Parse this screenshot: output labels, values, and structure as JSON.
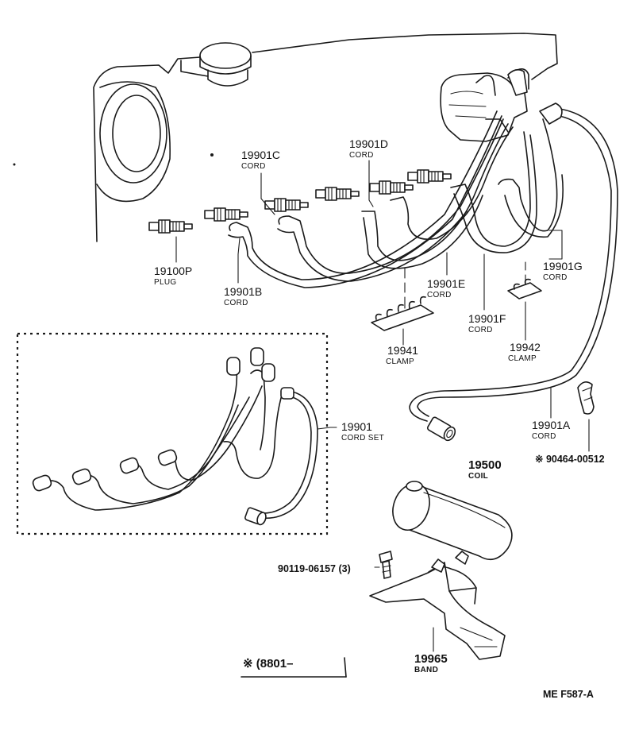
{
  "labels": {
    "cord_c": {
      "number": "19901C",
      "name": "CORD"
    },
    "cord_d": {
      "number": "19901D",
      "name": "CORD"
    },
    "plug": {
      "number": "19100P",
      "name": "PLUG"
    },
    "cord_b": {
      "number": "19901B",
      "name": "CORD"
    },
    "cord_e": {
      "number": "19901E",
      "name": "CORD"
    },
    "cord_g": {
      "number": "19901G",
      "name": "CORD"
    },
    "cord_f": {
      "number": "19901F",
      "name": "CORD"
    },
    "clamp_1": {
      "number": "19941",
      "name": "CLAMP"
    },
    "clamp_2": {
      "number": "19942",
      "name": "CLAMP"
    },
    "cord_set": {
      "number": "19901",
      "name": "CORD SET"
    },
    "cord_a": {
      "number": "19901A",
      "name": "CORD"
    },
    "clip": {
      "number": "※ 90464-00512"
    },
    "coil": {
      "number": "19500",
      "name": "COIL"
    },
    "bolt": {
      "number": "90119-06157 (3)"
    },
    "band": {
      "number": "19965",
      "name": "BAND"
    }
  },
  "footnote": {
    "text": "※ (8801–"
  },
  "page_code": {
    "text": "ME  F587-A"
  }
}
